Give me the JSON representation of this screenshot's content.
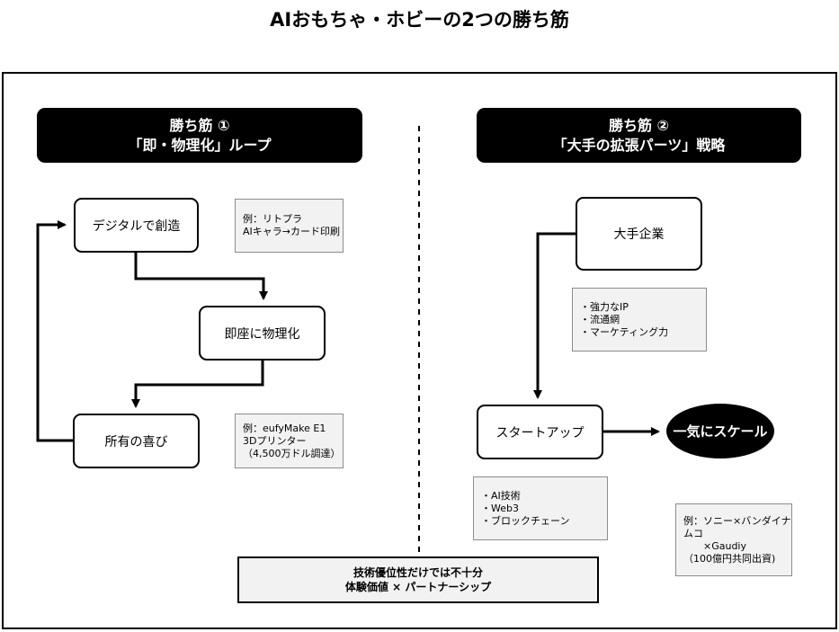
{
  "title": "AIおもちゃ・ホビーの2つの勝ち筋",
  "left": {
    "header_line1": "勝ち筋 ①",
    "header_line2": "「即・物理化」ループ",
    "node_create": "デジタルで創造",
    "node_physical": "即座に物理化",
    "node_joy": "所有の喜び",
    "note1": [
      "例：リトプラ",
      "AIキャラ→カード印刷"
    ],
    "note2": [
      "例：eufyMake E1",
      "3Dプリンター",
      "（4,500万ドル調達）"
    ]
  },
  "right": {
    "header_line1": "勝ち筋 ②",
    "header_line2": "「大手の拡張パーツ」戦略",
    "node_big": "大手企業",
    "node_startup": "スタートアップ",
    "oval_scale": "一気にスケール",
    "note_big": [
      "・強力なIP",
      "・流通網",
      "・マーケティング力"
    ],
    "note_startup": [
      "・AI技術",
      "・Web3",
      "・ブロックチェーン"
    ],
    "note_example": [
      "例：ソニー×バンダイナ",
      "ムコ",
      "　　×Gaudiy",
      "（100億円共同出資)"
    ]
  },
  "bottom": {
    "line1": "技術優位性だけでは不十分",
    "line2": "体験価値 × パートナーシップ"
  }
}
